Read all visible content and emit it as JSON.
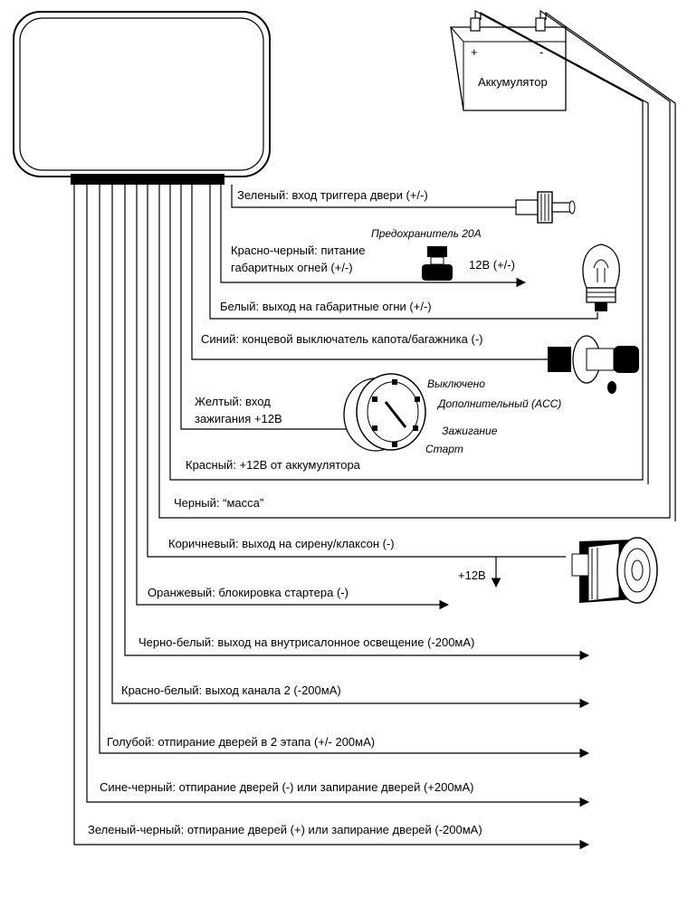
{
  "battery": {
    "label": "Аккумулятор",
    "plus": "+",
    "minus": "-"
  },
  "fuse_label": "Предохранитель 20А",
  "fuse_output": "12В (+/-)",
  "ignition": {
    "off": "Выключено",
    "acc": "Дополнительный (ACC)",
    "on": "Зажигание",
    "start": "Старт"
  },
  "siren_input": "+12В",
  "wires": [
    {
      "id": "green",
      "label": "Зеленый: вход триггера двери (+/-)"
    },
    {
      "id": "red-black",
      "label": "Красно-черный: питание",
      "label2": "габаритных огней (+/-)"
    },
    {
      "id": "white",
      "label": "Белый: выход на габаритные огни (+/-)"
    },
    {
      "id": "blue",
      "label": "Синий: концевой выключатель капота/багажника (-)"
    },
    {
      "id": "yellow",
      "label": "Желтый: вход",
      "label2": "зажигания +12В"
    },
    {
      "id": "red",
      "label": "Красный: +12В от аккумулятора"
    },
    {
      "id": "black",
      "label": "Черный: “масса”"
    },
    {
      "id": "brown",
      "label": "Коричневый: выход на сирену/клаксон (-)"
    },
    {
      "id": "orange",
      "label": "Оранжевый: блокировка стартера (-)"
    },
    {
      "id": "black-white",
      "label": "Черно-белый: выход на внутрисалонное освещение (-200мА)"
    },
    {
      "id": "red-white",
      "label": "Красно-белый: выход канала 2 (-200мА)"
    },
    {
      "id": "light-blue",
      "label": "Голубой: отпирание дверей в 2 этапа (+/- 200мА)"
    },
    {
      "id": "blue-black",
      "label": "Сине-черный: отпирание дверей (-) или запирание дверей (+200мА)"
    },
    {
      "id": "green-black",
      "label": "Зеленый-черный: отпирание дверей (+) или запирание дверей (-200мА)"
    }
  ]
}
